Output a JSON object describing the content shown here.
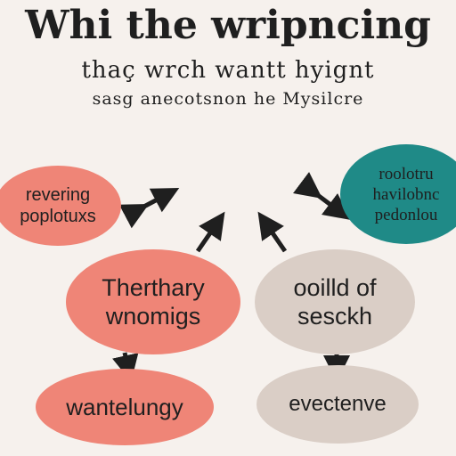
{
  "header": {
    "title": "Whi the wripncing",
    "subtitle": "thaç wrch wantt hyignt",
    "tagline": "sasg anecotsnon he Mysilcre"
  },
  "nodes": {
    "left": "revering\npoplotuxs",
    "center_left": "Therthary\nwnomigs",
    "center_right": "ooilld of\nsesckh",
    "top_right": "roolotru\nhavilobnc\npedonlou",
    "bottom_left": "wantelungy",
    "bottom_right": "evectenve"
  },
  "colors": {
    "background": "#f6f1ed",
    "coral": "#ef8577",
    "beige": "#dacec6",
    "teal": "#1f8a87",
    "arrow": "#1f1f1f"
  }
}
